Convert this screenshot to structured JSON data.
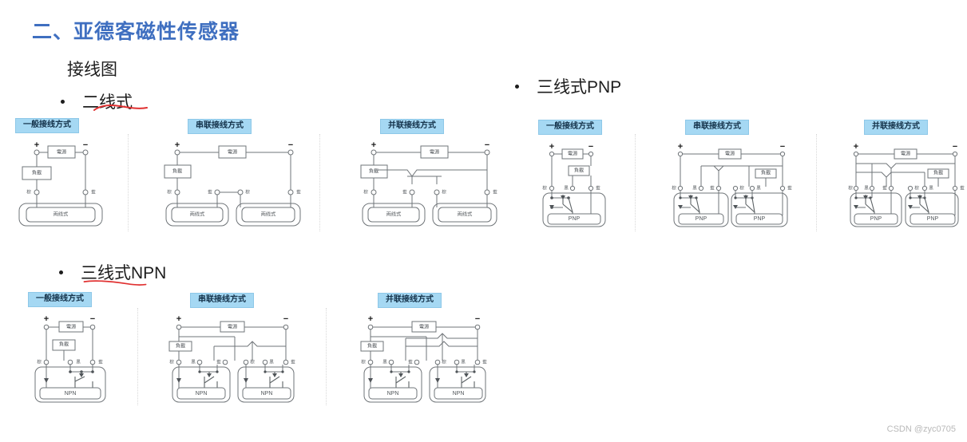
{
  "slide": {
    "title": "二、亚德客磁性传感器",
    "subtitle": "接线图",
    "watermark": "CSDN @zyc0705"
  },
  "sections": [
    {
      "id": "two-wire",
      "heading": "二线式",
      "bullet": "•",
      "device": "两线式",
      "panels": [
        {
          "chip": "一般接线方式",
          "kind": "general",
          "units": 1
        },
        {
          "chip": "串联接线方式",
          "kind": "series",
          "units": 2
        },
        {
          "chip": "并联接线方式",
          "kind": "parallel",
          "units": 2
        }
      ]
    },
    {
      "id": "three-wire-pnp",
      "heading": "三线式PNP",
      "bullet": "•",
      "device": "PNP",
      "panels": [
        {
          "chip": "一般接线方式",
          "kind": "general",
          "units": 1
        },
        {
          "chip": "串联接线方式",
          "kind": "series",
          "units": 2
        },
        {
          "chip": "并联接线方式",
          "kind": "parallel",
          "units": 2
        }
      ]
    },
    {
      "id": "three-wire-npn",
      "heading": "三线式NPN",
      "bullet": "•",
      "device": "NPN",
      "panels": [
        {
          "chip": "一般接线方式",
          "kind": "general",
          "units": 1
        },
        {
          "chip": "串联接线方式",
          "kind": "series",
          "units": 2
        },
        {
          "chip": "并联接线方式",
          "kind": "parallel",
          "units": 2
        }
      ]
    }
  ],
  "labels": {
    "power": "電源",
    "load": "負載",
    "brown": "棕",
    "blue": "藍",
    "black": "黑",
    "plus": "+",
    "minus": "−"
  },
  "colors": {
    "title": "#3f6fc0",
    "chip_bg": "#a5d8f3",
    "chip_border": "#8ec8e8",
    "wire": "#6f7478",
    "underline": "#e03131",
    "watermark": "#b9b9b9"
  }
}
